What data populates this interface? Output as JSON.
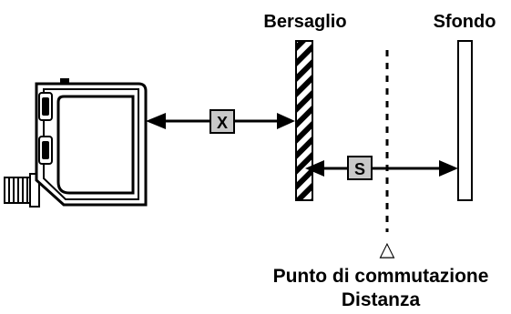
{
  "labels": {
    "target": "Bersaglio",
    "background": "Sfondo",
    "distance_x": "X",
    "distance_s": "S",
    "switch_point_line1": "Punto di commutazione",
    "switch_point_line2": "Distanza"
  },
  "symbols": {
    "switch_point_marker": "△"
  },
  "icons": {
    "sensor": "photoelectric-sensor-icon"
  },
  "colors": {
    "line": "#000000",
    "box_fill": "#c8c8c8",
    "background_plate": "#ffffff"
  }
}
